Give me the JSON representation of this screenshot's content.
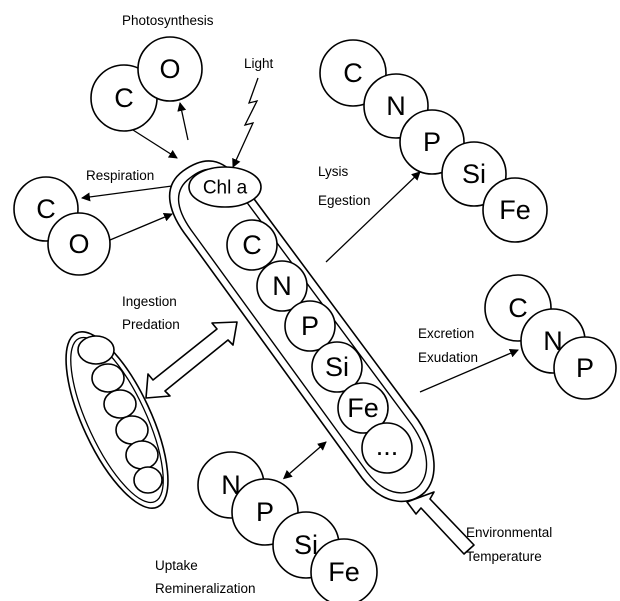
{
  "labels": {
    "photosynthesis": "Photosynthesis",
    "light": "Light",
    "respiration": "Respiration",
    "lysis": "Lysis",
    "egestion": "Egestion",
    "ingestion": "Ingestion",
    "predation": "Predation",
    "excretion": "Excretion",
    "exudation": "Exudation",
    "uptake": "Uptake",
    "remineralization": "Remineralization",
    "environmental": "Environmental",
    "temperature": "Temperature"
  },
  "cell": {
    "chl": "Chl a",
    "elements": [
      "C",
      "N",
      "P",
      "Si",
      "Fe",
      "..."
    ]
  },
  "groups": {
    "photosynthesis": [
      "C",
      "O"
    ],
    "respiration": [
      "C",
      "O"
    ],
    "lysis": [
      "C",
      "N",
      "P",
      "Si",
      "Fe"
    ],
    "excretion": [
      "C",
      "N",
      "P"
    ],
    "uptake": [
      "N",
      "P",
      "Si",
      "Fe"
    ]
  }
}
